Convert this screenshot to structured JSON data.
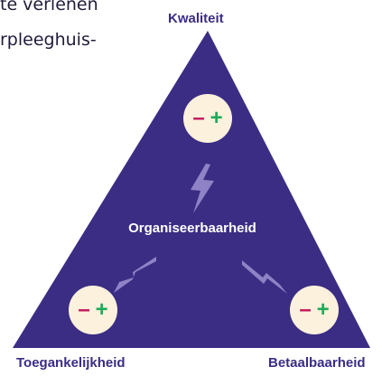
{
  "fragment": {
    "line1": "te verlenen",
    "line2": "rpleeghuis-"
  },
  "triangle": {
    "top_label": "Kwaliteit",
    "left_label": "Toegankelijkheid",
    "right_label": "Betaalbaarheid",
    "center_label": "Organiseerbaarheid"
  },
  "badge": {
    "minus": "–",
    "plus": "+"
  },
  "colors": {
    "triangle_fill": "#3b2d84",
    "badge_fill": "#fcf1dc",
    "minus": "#c4165c",
    "plus": "#1faa5a",
    "bolt": "#8f83c6"
  }
}
